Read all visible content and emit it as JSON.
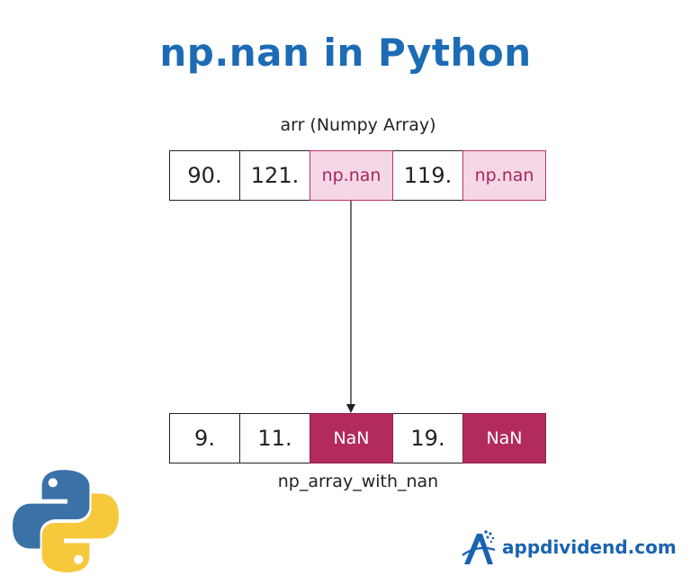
{
  "title": "np.nan in Python",
  "top_array": {
    "label": "arr (Numpy Array)",
    "cells": [
      "90.",
      "121.",
      "np.nan",
      "119.",
      "np.nan"
    ]
  },
  "bottom_array": {
    "label": "np_array_with_nan",
    "cells": [
      "9.",
      "11.",
      "NaN",
      "19.",
      "NaN"
    ]
  },
  "brand": "appdividend.com",
  "colors": {
    "title": "#1c6bb5",
    "nan_source_fill": "#f6d7e5",
    "nan_result_fill": "#b22a5e",
    "brand": "#1a63b0"
  }
}
